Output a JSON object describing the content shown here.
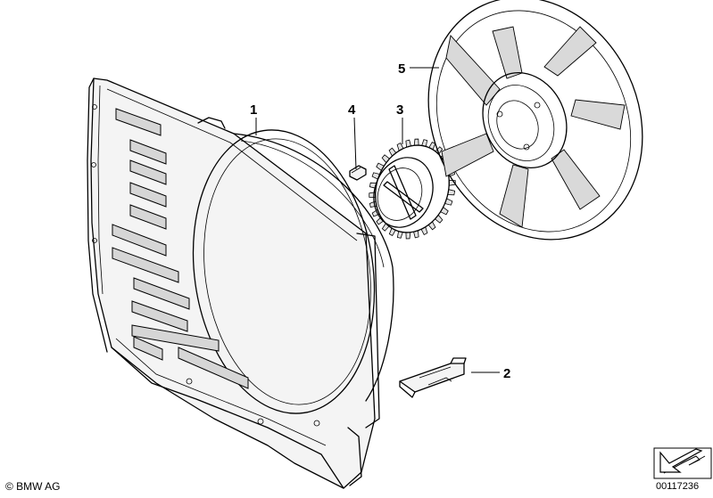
{
  "callouts": [
    {
      "id": "1",
      "label": "1"
    },
    {
      "id": "2",
      "label": "2"
    },
    {
      "id": "3",
      "label": "3"
    },
    {
      "id": "4",
      "label": "4"
    },
    {
      "id": "5",
      "label": "5"
    }
  ],
  "footer": {
    "copyright": "© BMW AG",
    "doc_number": "00117236"
  },
  "icons": {
    "direction": "arrow-direction-icon"
  }
}
